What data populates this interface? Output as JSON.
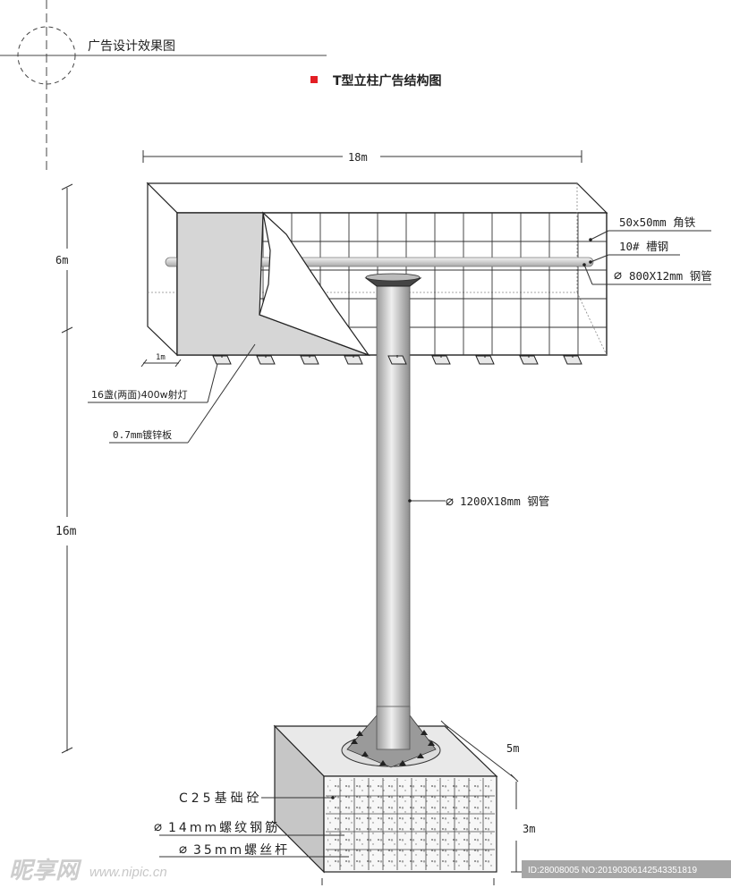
{
  "header": {
    "design_title": "广告设计效果图",
    "drawing_title": "T型立柱广告结构图",
    "bullet_color": "#e31e24"
  },
  "dimensions": {
    "width_total": "18m",
    "board_height": "6m",
    "column_height": "16m",
    "depth_marker": "1m",
    "foundation_width": "5m",
    "foundation_height": "3m"
  },
  "callouts": {
    "angle_iron": "50x50mm 角铁",
    "channel_steel": "10# 槽钢",
    "pipe_800": "800X12mm 钢管",
    "spotlights": "16盏(两面)400w射灯",
    "galvanized_sheet": "0.7mm镀锌板",
    "pipe_1200": "1200X18mm 钢管",
    "concrete": "C25基础砼",
    "rebar": "14mm螺纹钢筋",
    "anchor_bolt": "35mm螺丝杆"
  },
  "diameter_symbol": "∅",
  "watermark": {
    "brand": "昵享网",
    "url": "www.nipic.cn",
    "id_text": "ID:28008005 NO:20190306142543351819"
  },
  "colors": {
    "line": "#222222",
    "panel": "#d9d9d9",
    "pole_light": "#e6e6e6",
    "pole_dark": "#9a9a9a",
    "concrete_front": "#f2f2f2",
    "concrete_side": "#c8c8c8"
  }
}
